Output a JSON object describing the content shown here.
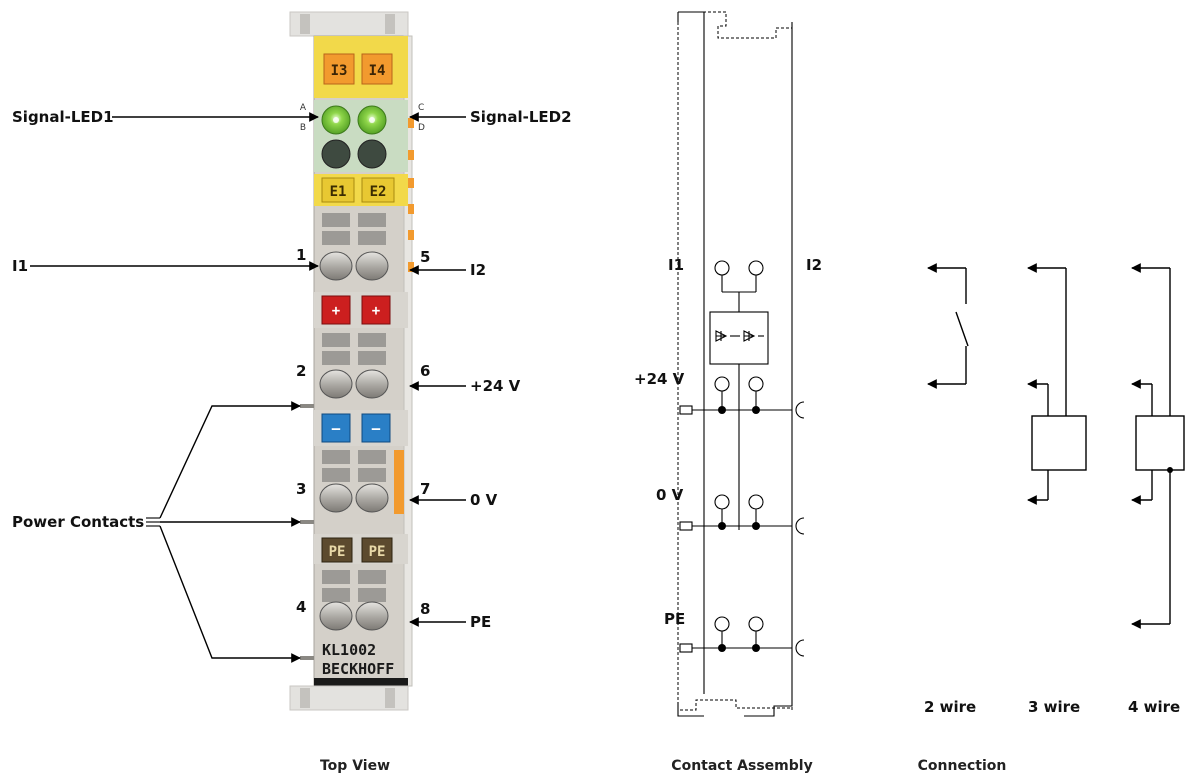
{
  "top_view": {
    "caption": "Top View",
    "labels": {
      "signal_led1": "Signal-LED1",
      "signal_led2": "Signal-LED2",
      "input1": "I1",
      "input2": "I2",
      "plus24": "+24 V",
      "zero_v": "0 V",
      "pe": "PE",
      "power_contacts": "Power Contacts"
    },
    "terminal_numbers": [
      "1",
      "2",
      "3",
      "4",
      "5",
      "6",
      "7",
      "8"
    ],
    "led_letters": [
      "A",
      "B",
      "C",
      "D"
    ],
    "tags": {
      "i3": "I3",
      "i4": "I4",
      "e1": "E1",
      "e2": "E2",
      "plus": "+",
      "minus": "—",
      "pe": "PE"
    },
    "product": {
      "model": "KL1002",
      "brand": "BECKHOFF"
    },
    "colors": {
      "housing": "#d4d0c9",
      "yellow": "#f2d94a",
      "orange_tag": "#f29a2e",
      "led_green": "#7fcc3a",
      "led_off": "#3e4a40",
      "red": "#cc1f1f",
      "blue": "#2a7fc6",
      "pe_brown": "#5c4a2e"
    }
  },
  "contact_assembly": {
    "caption": "Contact Assembly",
    "labels": {
      "input1": "I1",
      "input2": "I2",
      "plus24": "+24 V",
      "zero_v": "0 V",
      "pe": "PE"
    }
  },
  "connection": {
    "caption": "Connection",
    "wire_types": [
      "2 wire",
      "3 wire",
      "4 wire"
    ]
  }
}
